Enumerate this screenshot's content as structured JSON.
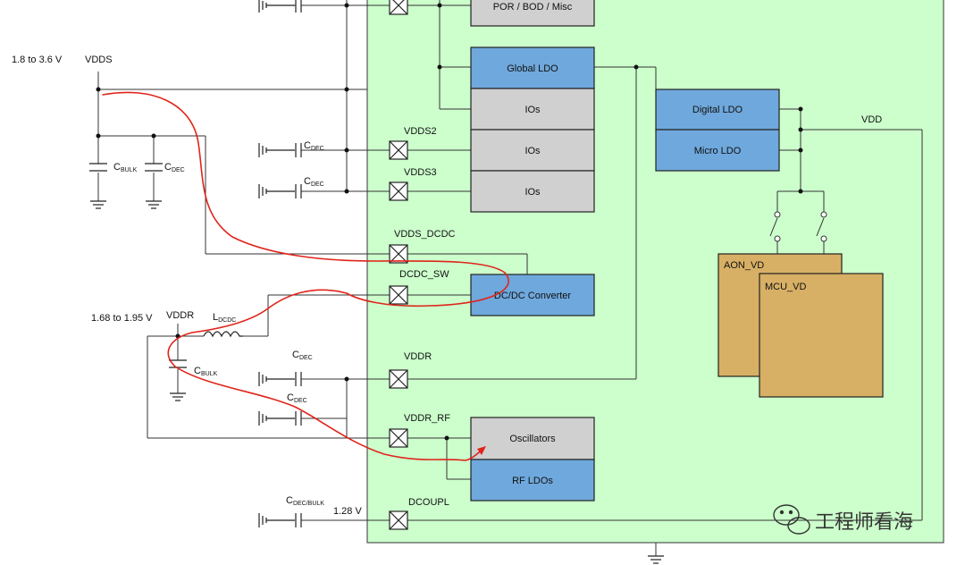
{
  "colors": {
    "chip_bg": "#ccffcc",
    "block_blue": "#6fa8dc",
    "block_gray": "#d0d0d0",
    "power_domain": "#d8b065",
    "annotation_red": "#e0241b"
  },
  "labels": {
    "range_vdds": "1.8 to 3.6 V",
    "vdds": "VDDS",
    "range_vddr": "1.68 to 1.95 V",
    "vddr_net": "VDDR",
    "vdds2": "VDDS2",
    "vdds3": "VDDS3",
    "vdds_dcdc": "VDDS_DCDC",
    "dcdc_sw": "DCDC_SW",
    "vddr_pin": "VDDR",
    "vddr_rf": "VDDR_RF",
    "dcoupl": "DCOUPL",
    "v128": "1.28 V",
    "vdd": "VDD"
  },
  "components": {
    "cbulk_c": "C",
    "cbulk_s": "BULK",
    "cdec_c": "C",
    "cdec_s": "DEC",
    "ldcdc_c": "L",
    "ldcdc_s": "DCDC",
    "cdecbulk_c": "C",
    "cdecbulk_s": "DEC/BULK"
  },
  "blocks": {
    "por": "POR / BOD / Misc",
    "global_ldo": "Global LDO",
    "ios": "IOs",
    "digital_ldo": "Digital LDO",
    "micro_ldo": "Micro LDO",
    "dcdc": "DC/DC Converter",
    "osc": "Oscillators",
    "rf_ldos": "RF LDOs",
    "aon": "AON_VD",
    "mcu": "MCU_VD"
  },
  "watermark": {
    "text": "工程师看海"
  }
}
